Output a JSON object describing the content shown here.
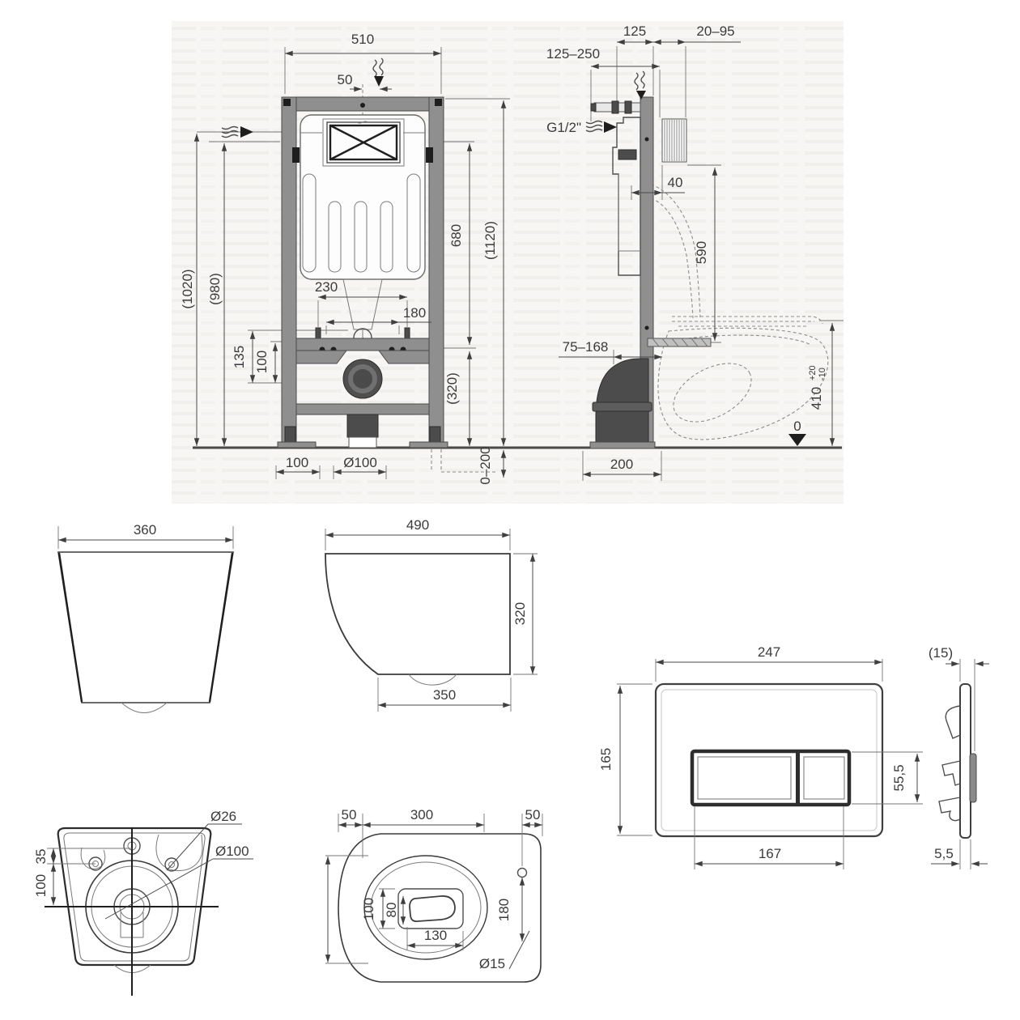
{
  "colors": {
    "line": "#3b3b3b",
    "metal": "#8f8f8f",
    "dark_fill": "#4c4c4c"
  },
  "views": {
    "frame_front": {
      "width": "510",
      "flush_offset": "50",
      "height_1020": "(1020)",
      "height_980": "(980)",
      "dim_680": "680",
      "height_total": "(1120)",
      "bolt_230": "230",
      "bolt_180": "180",
      "dim_135": "135",
      "dim_100": "100",
      "dim_320": "(320)",
      "foot_100": "100",
      "drain": "Ø100",
      "adjust": "0–200"
    },
    "frame_side": {
      "dim_125_250": "125–250",
      "dim_125": "125",
      "dim_20_95": "20–95",
      "inlet": "G1/2\"",
      "dim_40": "40",
      "dim_590": "590",
      "dim_75_168": "75–168",
      "dim_410": "410",
      "tol_plus": "+20",
      "tol_minus": "-10",
      "zero": "0",
      "dim_200": "200"
    },
    "bowl_front": {
      "width": "360"
    },
    "bowl_side": {
      "depth": "490",
      "height": "320",
      "dim_350": "350"
    },
    "bowl_bottom": {
      "d26": "Ø26",
      "d100": "Ø100",
      "dim_35": "35",
      "dim_100": "100"
    },
    "bowl_top": {
      "left_50": "50",
      "dim_300": "300",
      "right_50": "50",
      "dim_100": "100",
      "dim_80": "80",
      "dim_130": "130",
      "dim_180": "180",
      "d15": "Ø15"
    },
    "flush_plate": {
      "width": "247",
      "depth": "(15)",
      "height": "165",
      "button_h": "55,5",
      "button_w": "167",
      "thickness": "5,5"
    }
  }
}
